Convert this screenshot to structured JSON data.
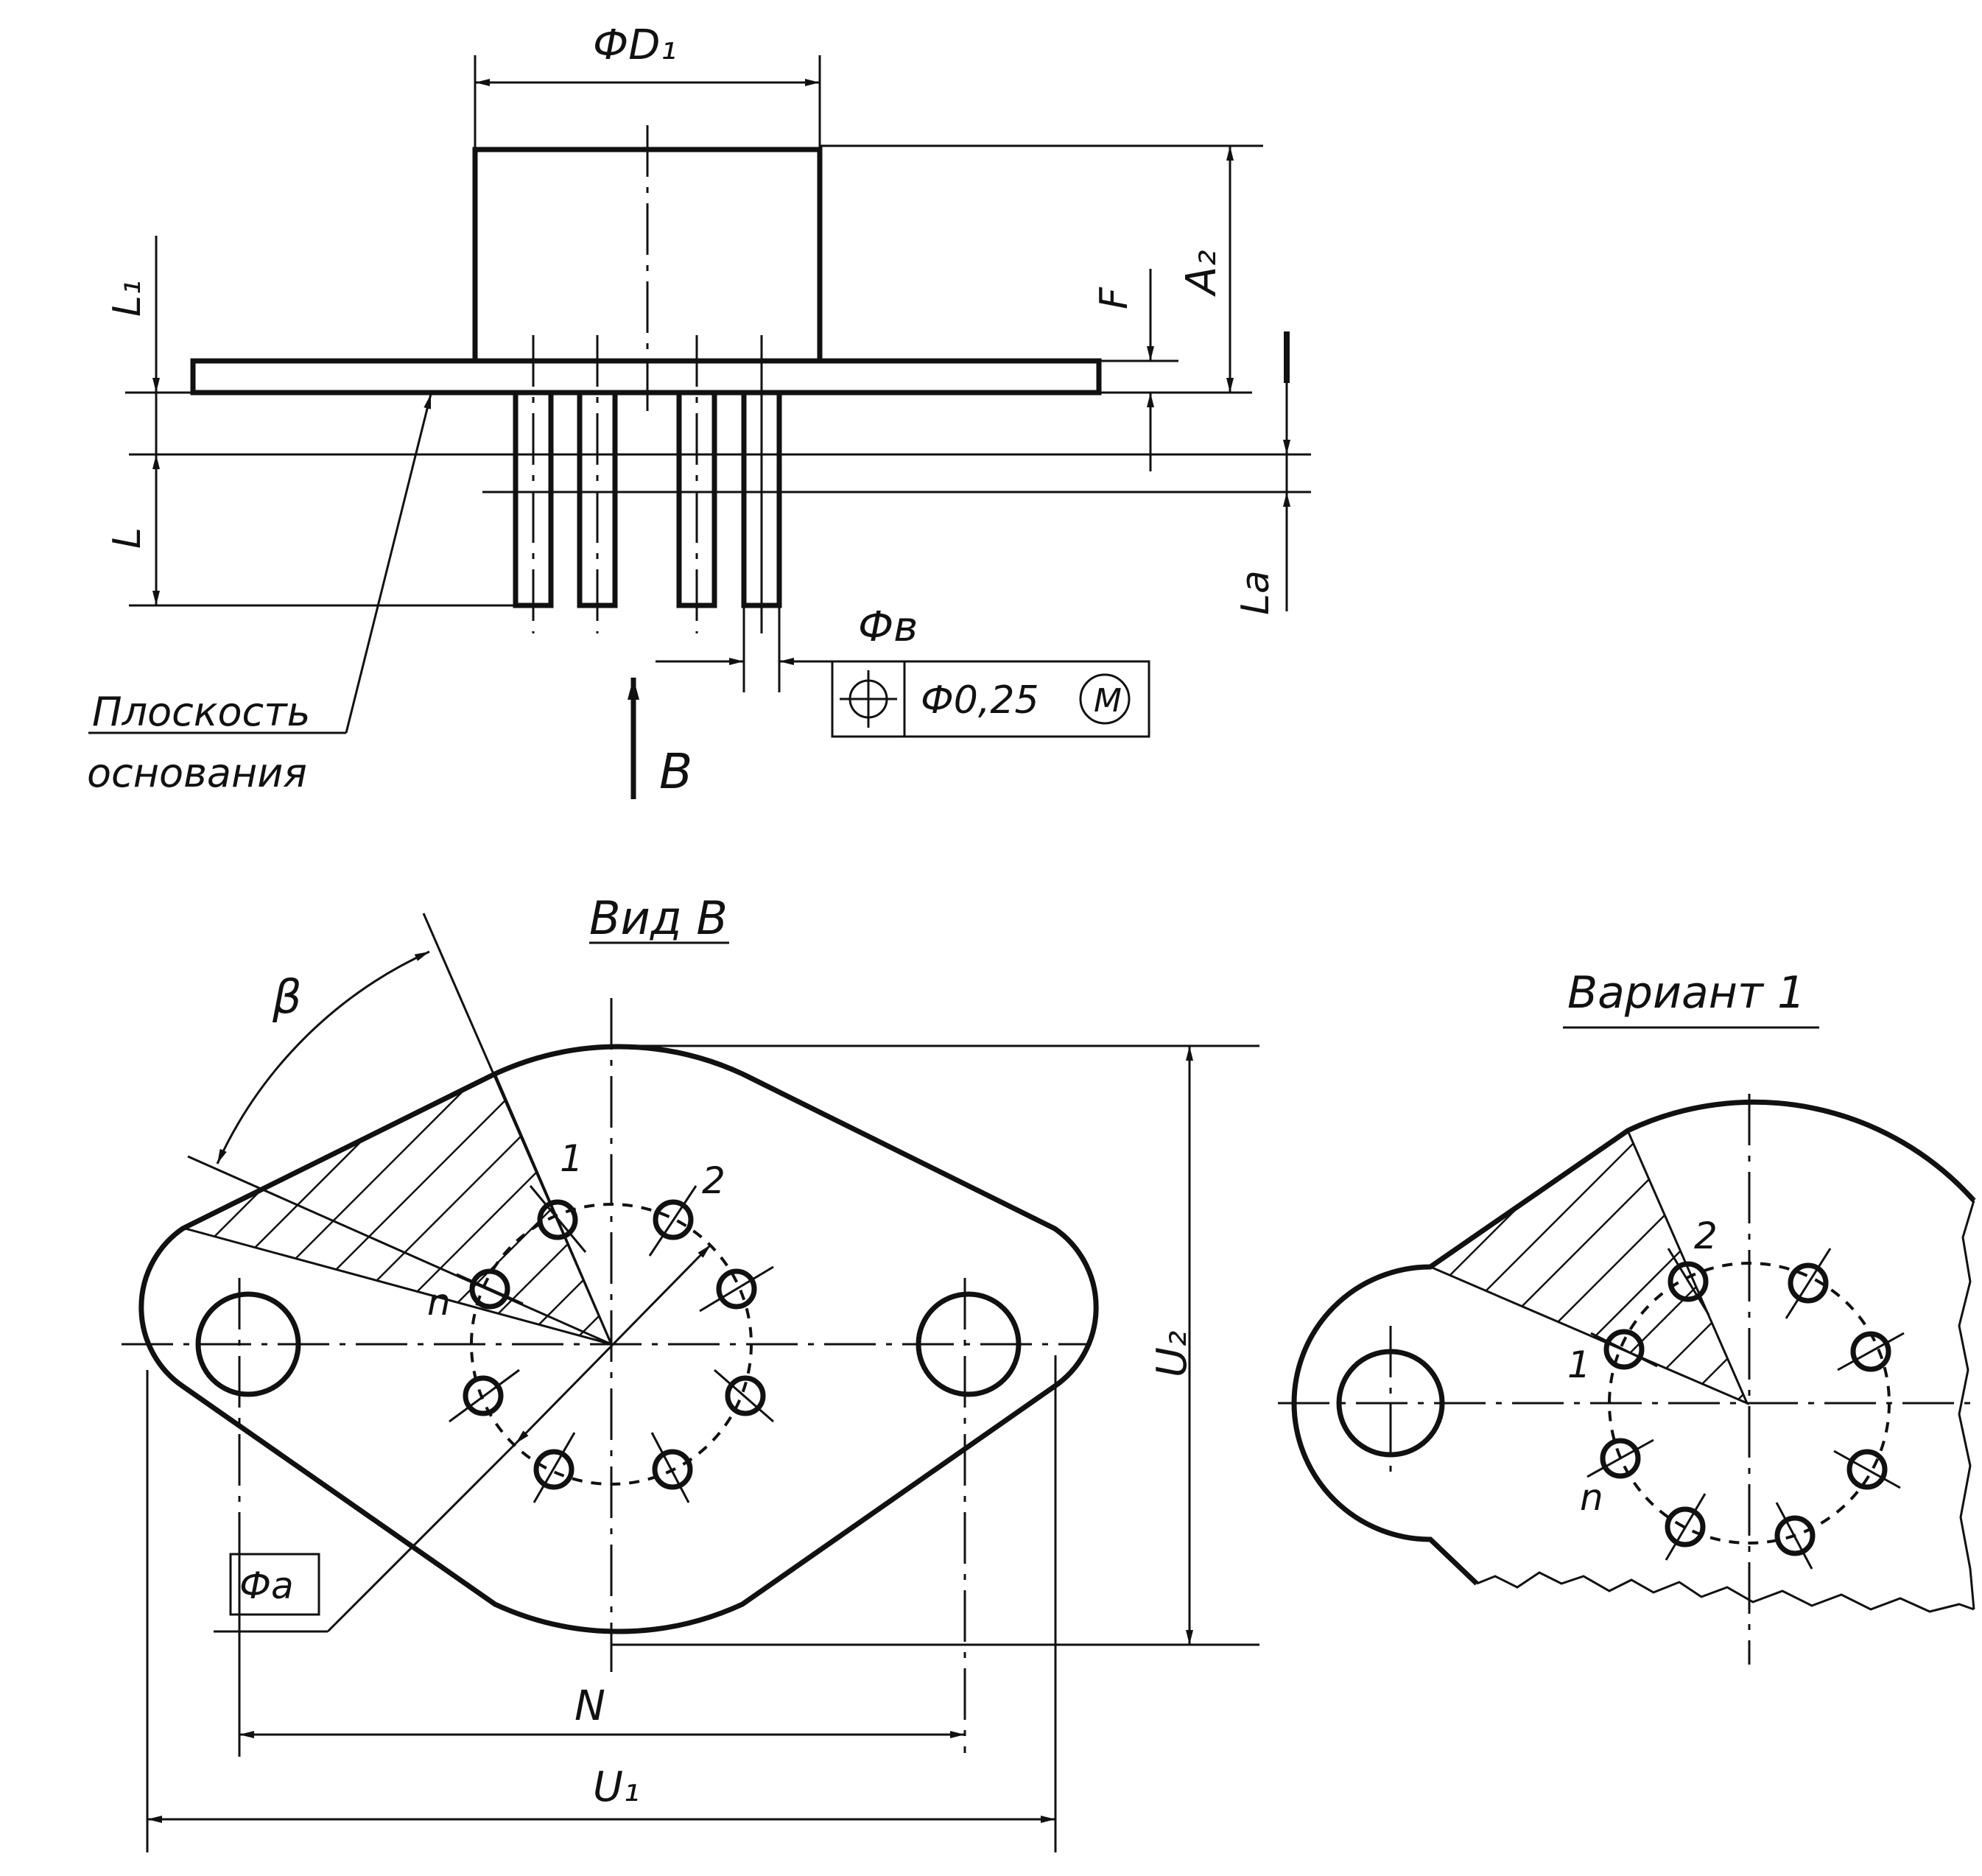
{
  "side_view": {
    "dim_d1": "ФD₁",
    "dim_a2": "A₂",
    "dim_f": "F",
    "dim_l1": "L₁",
    "dim_l": "L",
    "dim_la": "La",
    "dim_b": "Фв",
    "tolerance_value": "Ф0,25",
    "tolerance_modifier": "M",
    "base_plane_line1": "Плоскость",
    "base_plane_line2": "основания",
    "view_arrow": "B"
  },
  "view_b": {
    "title": "Вид В",
    "angle": "β",
    "pin_1": "1",
    "pin_2": "2",
    "pin_n": "n",
    "dim_a": "Фа",
    "dim_u2": "U₂",
    "dim_n": "N",
    "dim_u1": "U₁"
  },
  "variant_1": {
    "title": "Вариант 1",
    "pin_1": "1",
    "pin_2": "2",
    "pin_n": "n"
  }
}
